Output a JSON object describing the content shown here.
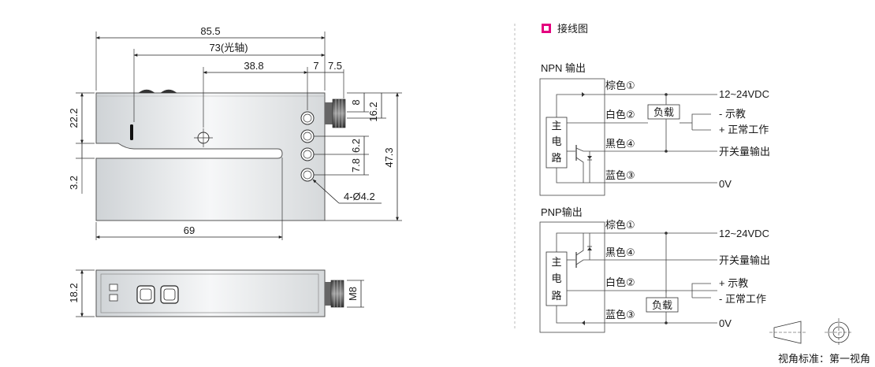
{
  "front_view": {
    "dims": {
      "total_length": "85.5",
      "optical_axis": "73(光轴)",
      "hole_offset": "38.8",
      "d7": "7",
      "d75": "7.5",
      "height_total": "47.3",
      "height_upper": "22.2",
      "slot_width": "3.2",
      "slot_depth": "69",
      "connector_h": "8",
      "connector_off": "16.2",
      "hole_pitch_a": "6.2",
      "hole_pitch_b": "7.8",
      "holes": "4-Ø4.2"
    }
  },
  "bottom_view": {
    "width_dim": "18.2",
    "thread": "M8"
  },
  "wiring": {
    "section_title": "接线图",
    "colors": {
      "accent": "#e4007f"
    },
    "npn": {
      "title": "NPN 输出",
      "main_circuit": [
        "主",
        "电",
        "路"
      ],
      "brown": "棕色①",
      "white": "白色②",
      "black": "黑色④",
      "blue": "蓝色③",
      "load": "负载",
      "supply": "12~24VDC",
      "mode_neg": "- 示教",
      "mode_pos": "+ 正常工作",
      "switch_out": "开关量输出",
      "zero": "0V"
    },
    "pnp": {
      "title": "PNP输出",
      "main_circuit": [
        "主",
        "电",
        "路"
      ],
      "brown": "棕色①",
      "black": "黑色④",
      "white": "白色②",
      "blue": "蓝色③",
      "load": "负载",
      "supply": "12~24VDC",
      "switch_out": "开关量输出",
      "mode_pos": "+ 示教",
      "mode_neg": "- 正常工作",
      "zero": "0V"
    }
  },
  "projection": {
    "label": "视角标准：第一视角"
  }
}
